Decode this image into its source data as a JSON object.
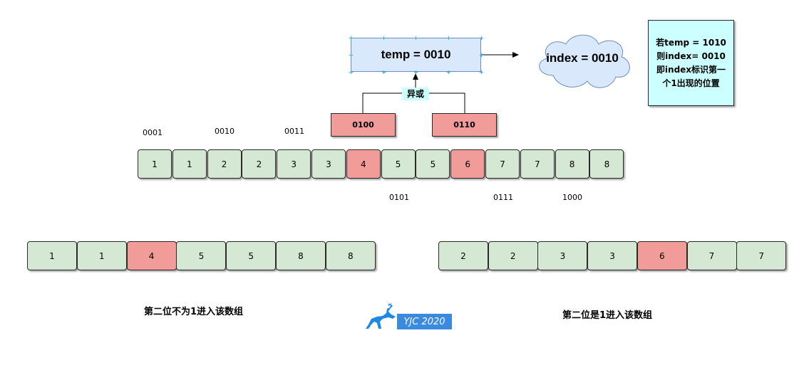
{
  "temp_box": {
    "label": "temp = 0010"
  },
  "cloud": {
    "label": "index = 0010"
  },
  "note": {
    "lines": [
      "若temp = 1010",
      "则index= 0010",
      "即index标识第一",
      "个1出现的位置"
    ]
  },
  "xor": {
    "label": "异或"
  },
  "operands": [
    "0100",
    "0110"
  ],
  "bin_top": [
    "0001",
    "0010",
    "0011"
  ],
  "bin_bottom": [
    "0101",
    "0111",
    "1000"
  ],
  "main_array": [
    {
      "value": "1",
      "highlight": false
    },
    {
      "value": "1",
      "highlight": false
    },
    {
      "value": "2",
      "highlight": false
    },
    {
      "value": "2",
      "highlight": false
    },
    {
      "value": "3",
      "highlight": false
    },
    {
      "value": "3",
      "highlight": false
    },
    {
      "value": "4",
      "highlight": true
    },
    {
      "value": "5",
      "highlight": false
    },
    {
      "value": "5",
      "highlight": false
    },
    {
      "value": "6",
      "highlight": true
    },
    {
      "value": "7",
      "highlight": false
    },
    {
      "value": "7",
      "highlight": false
    },
    {
      "value": "8",
      "highlight": false
    },
    {
      "value": "8",
      "highlight": false
    }
  ],
  "left_array": [
    {
      "value": "1",
      "highlight": false
    },
    {
      "value": "1",
      "highlight": false
    },
    {
      "value": "4",
      "highlight": true
    },
    {
      "value": "5",
      "highlight": false
    },
    {
      "value": "5",
      "highlight": false
    },
    {
      "value": "8",
      "highlight": false
    },
    {
      "value": "8",
      "highlight": false
    }
  ],
  "right_array": [
    {
      "value": "2",
      "highlight": false
    },
    {
      "value": "2",
      "highlight": false
    },
    {
      "value": "3",
      "highlight": false
    },
    {
      "value": "3",
      "highlight": false
    },
    {
      "value": "6",
      "highlight": true
    },
    {
      "value": "7",
      "highlight": false
    },
    {
      "value": "7",
      "highlight": false
    }
  ],
  "captions": {
    "left": "第二位不为1进入该数组",
    "right": "第二位是1进入该数组"
  },
  "watermark": {
    "text": "YJC 2020",
    "icon": "deer-icon"
  },
  "colors": {
    "cell_fill": "#d5e8d4",
    "highlight_fill": "#f19c99",
    "temp_fill": "#dae8fc",
    "note_fill": "#ccffff",
    "xor_fill": "#ccffff",
    "watermark_fill": "#3a8be0"
  }
}
